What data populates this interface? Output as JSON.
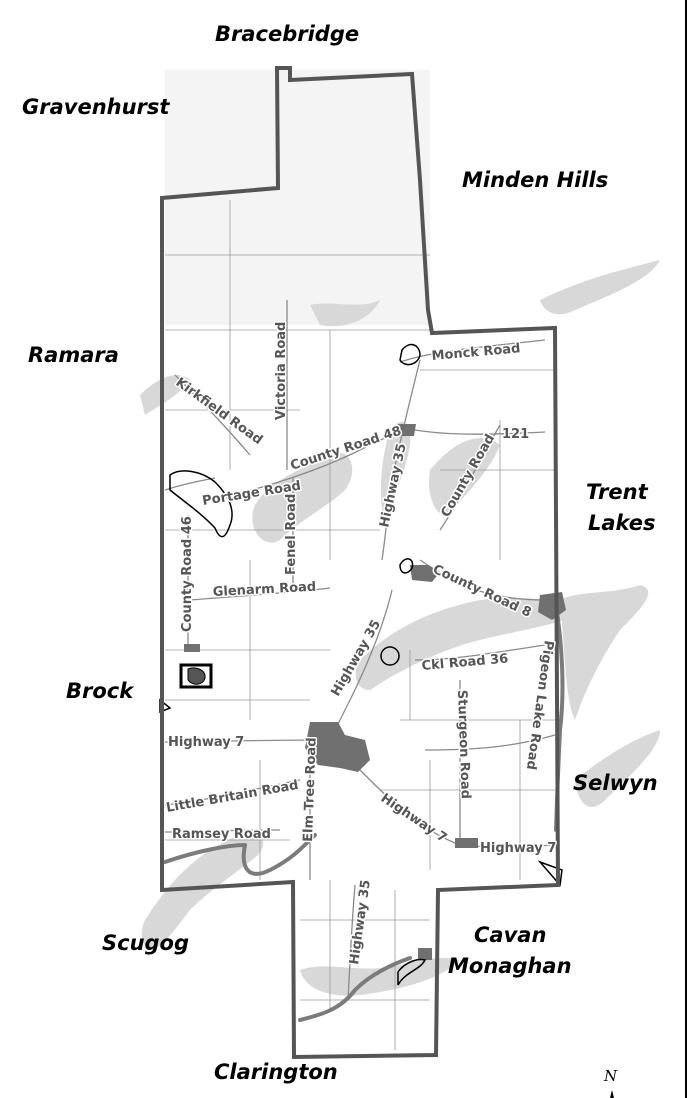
{
  "map": {
    "municipalities": [
      {
        "id": "bracebridge",
        "label": "Bracebridge"
      },
      {
        "id": "gravenhurst",
        "label": "Gravenhurst"
      },
      {
        "id": "minden-hills",
        "label": "Minden Hills"
      },
      {
        "id": "ramara",
        "label": "Ramara"
      },
      {
        "id": "trent-lakes",
        "label": "Trent\nLakes"
      },
      {
        "id": "brock",
        "label": "Brock"
      },
      {
        "id": "selwyn",
        "label": "Selwyn"
      },
      {
        "id": "scugog",
        "label": "Scugog"
      },
      {
        "id": "cavan-monaghan",
        "label": "Cavan\nMonaghan"
      },
      {
        "id": "clarington",
        "label": "Clarington"
      }
    ],
    "roads": [
      {
        "id": "monck-road",
        "label": "Monck Road"
      },
      {
        "id": "victoria-road",
        "label": "Victoria Road"
      },
      {
        "id": "kirkfield-road",
        "label": "Kirkfield Road"
      },
      {
        "id": "county-road-48",
        "label": "County Road 48"
      },
      {
        "id": "county-road-121",
        "label": "121"
      },
      {
        "id": "county-road-ne",
        "label": "County Road"
      },
      {
        "id": "highway-35-north",
        "label": "Highway 35"
      },
      {
        "id": "portage-road",
        "label": "Portage Road"
      },
      {
        "id": "fenel-road",
        "label": "Fenel Road"
      },
      {
        "id": "county-road-46",
        "label": "County Road 46"
      },
      {
        "id": "glenarm-road",
        "label": "Glenarm Road"
      },
      {
        "id": "county-road-8",
        "label": "County Road 8"
      },
      {
        "id": "highway-35-mid",
        "label": "Highway 35"
      },
      {
        "id": "ckl-road-36",
        "label": "Ckl Road 36"
      },
      {
        "id": "sturgeon-road",
        "label": "Sturgeon Road"
      },
      {
        "id": "pigeon-lake-road",
        "label": "Pigeon Lake Road"
      },
      {
        "id": "highway-7-west",
        "label": "Highway 7"
      },
      {
        "id": "elm-tree-road",
        "label": "Elm Tree Road"
      },
      {
        "id": "little-britain-road",
        "label": "Little Britain Road"
      },
      {
        "id": "highway-7-mid",
        "label": "Highway 7"
      },
      {
        "id": "highway-7-east",
        "label": "Highway 7"
      },
      {
        "id": "ramsey-road",
        "label": "Ramsey Road"
      },
      {
        "id": "highway-35-south",
        "label": "Highway 35"
      }
    ],
    "north_arrow": "N",
    "colors": {
      "boundary": "#555555",
      "water": "#d8d8d8",
      "urban": "#707070",
      "road": "#8a8a8a"
    }
  }
}
